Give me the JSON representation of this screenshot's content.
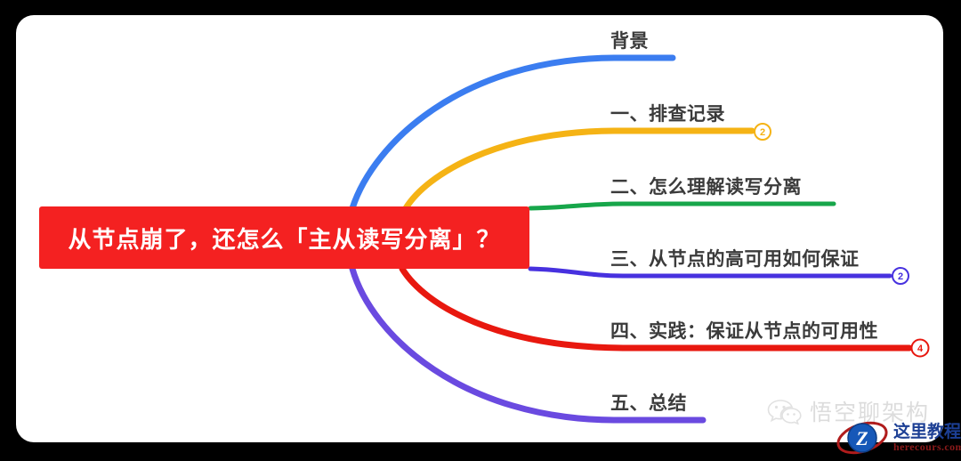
{
  "canvas": {
    "background_color": "#000000",
    "panel_color": "#ffffff"
  },
  "central_node": {
    "text": "从节点崩了，还怎么「主从读写分离」？",
    "background_color": "#f42121",
    "text_color": "#ffffff"
  },
  "branches": [
    {
      "label": "背景",
      "color": "#3b7df0",
      "badge": null
    },
    {
      "label": "一、排查记录",
      "color": "#f5b315",
      "badge": "2"
    },
    {
      "label": "二、怎么理解读写分离",
      "color": "#17a64a",
      "badge": null
    },
    {
      "label": "三、从节点的高可用如何保证",
      "color": "#4731df",
      "badge": "2"
    },
    {
      "label": "四、实践：保证从节点的可用性",
      "color": "#e8180f",
      "badge": "4"
    },
    {
      "label": "五、总结",
      "color": "#6a4ae0",
      "badge": null
    }
  ],
  "watermark": {
    "icon": "wechat-icon",
    "account_name": "悟空聊架构"
  },
  "site_logo": {
    "mark_letter": "Z",
    "title": "这里教程网",
    "domain": "herecours.com",
    "title_color": "#1c3f94",
    "domain_color": "#8b1a1a"
  }
}
